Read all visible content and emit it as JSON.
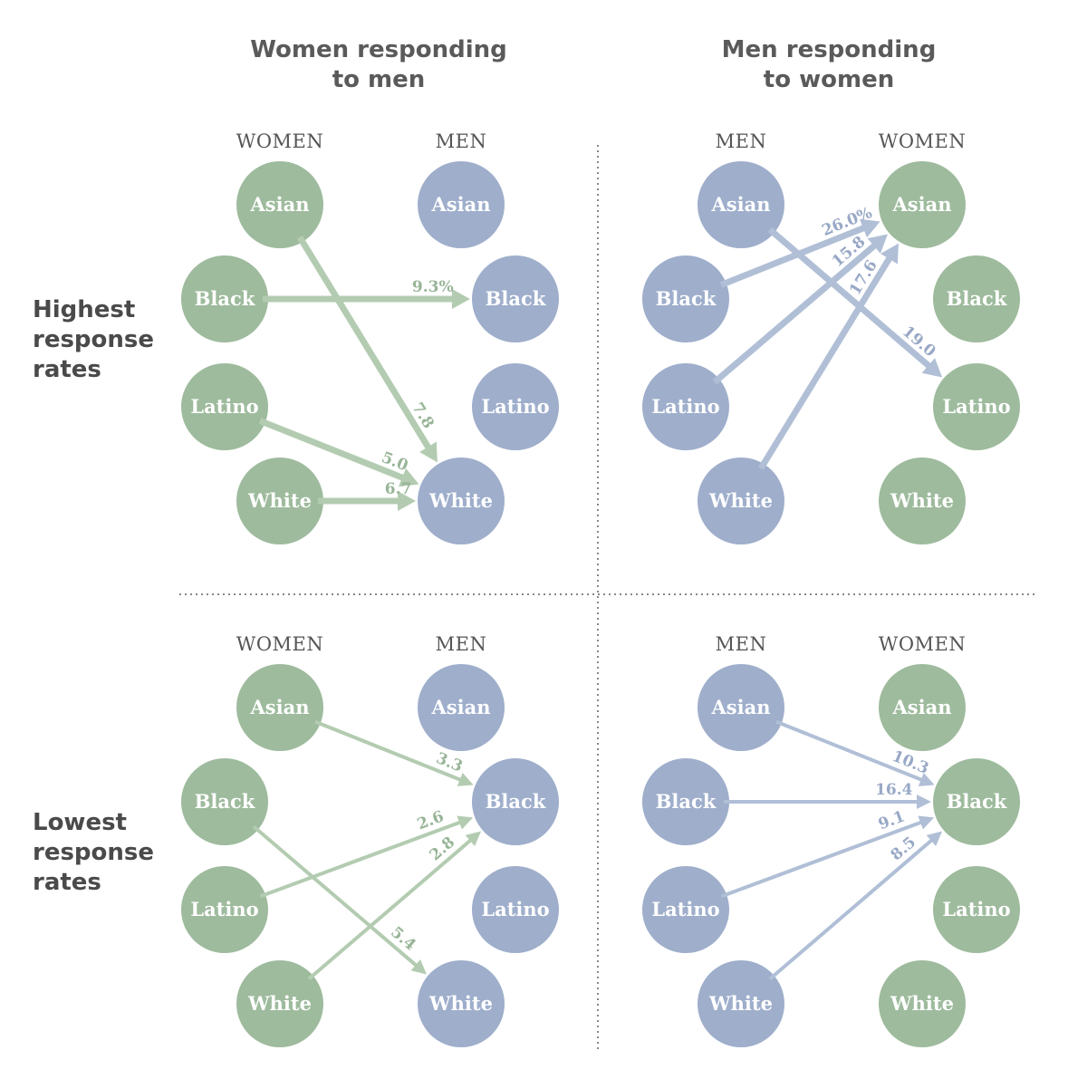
{
  "headers": {
    "left_column": [
      "Women responding",
      "to men"
    ],
    "right_column": [
      "Men responding",
      "to women"
    ],
    "top_row": [
      "Highest",
      "response",
      "rates"
    ],
    "bottom_row": [
      "Lowest",
      "response",
      "rates"
    ]
  },
  "colors": {
    "women": "#9ebb9d",
    "men": "#9eaecb",
    "women_arrow": "#b3ccb1",
    "men_arrow": "#b0bfd6",
    "women_value": "#98b597",
    "men_value": "#98a8c6",
    "divider": "#888888"
  },
  "panels": [
    {
      "id": "women-to-men-highest",
      "left_group": "WOMEN",
      "right_group": "MEN",
      "left_gender": "women",
      "right_gender": "men",
      "nodes_left": [
        "Asian",
        "Black",
        "Latino",
        "White"
      ],
      "nodes_right": [
        "Asian",
        "Black",
        "Latino",
        "White"
      ],
      "arrows": [
        {
          "from": "Asian",
          "to": "White",
          "value": "7.8"
        },
        {
          "from": "Black",
          "to": "Black",
          "value": "9.3%"
        },
        {
          "from": "Latino",
          "to": "White",
          "value": "5.0"
        },
        {
          "from": "White",
          "to": "White",
          "value": "6.7"
        }
      ]
    },
    {
      "id": "men-to-women-highest",
      "left_group": "MEN",
      "right_group": "WOMEN",
      "left_gender": "men",
      "right_gender": "women",
      "nodes_left": [
        "Asian",
        "Black",
        "Latino",
        "White"
      ],
      "nodes_right": [
        "Asian",
        "Black",
        "Latino",
        "White"
      ],
      "arrows": [
        {
          "from": "Black",
          "to": "Asian",
          "value": "26.0%"
        },
        {
          "from": "Latino",
          "to": "Asian",
          "value": "15.8"
        },
        {
          "from": "White",
          "to": "Asian",
          "value": "17.6"
        },
        {
          "from": "Asian",
          "to": "Latino",
          "value": "19.0"
        }
      ]
    },
    {
      "id": "women-to-men-lowest",
      "left_group": "WOMEN",
      "right_group": "MEN",
      "left_gender": "women",
      "right_gender": "men",
      "nodes_left": [
        "Asian",
        "Black",
        "Latino",
        "White"
      ],
      "nodes_right": [
        "Asian",
        "Black",
        "Latino",
        "White"
      ],
      "arrows": [
        {
          "from": "Asian",
          "to": "Black",
          "value": "3.3"
        },
        {
          "from": "Latino",
          "to": "Black",
          "value": "2.6"
        },
        {
          "from": "White",
          "to": "Black",
          "value": "2.8"
        },
        {
          "from": "Black",
          "to": "White",
          "value": "5.4"
        }
      ]
    },
    {
      "id": "men-to-women-lowest",
      "left_group": "MEN",
      "right_group": "WOMEN",
      "left_gender": "men",
      "right_gender": "women",
      "nodes_left": [
        "Asian",
        "Black",
        "Latino",
        "White"
      ],
      "nodes_right": [
        "Asian",
        "Black",
        "Latino",
        "White"
      ],
      "arrows": [
        {
          "from": "Asian",
          "to": "Black",
          "value": "10.3"
        },
        {
          "from": "Black",
          "to": "Black",
          "value": "16.4"
        },
        {
          "from": "Latino",
          "to": "Black",
          "value": "9.1"
        },
        {
          "from": "White",
          "to": "Black",
          "value": "8.5"
        }
      ]
    }
  ]
}
